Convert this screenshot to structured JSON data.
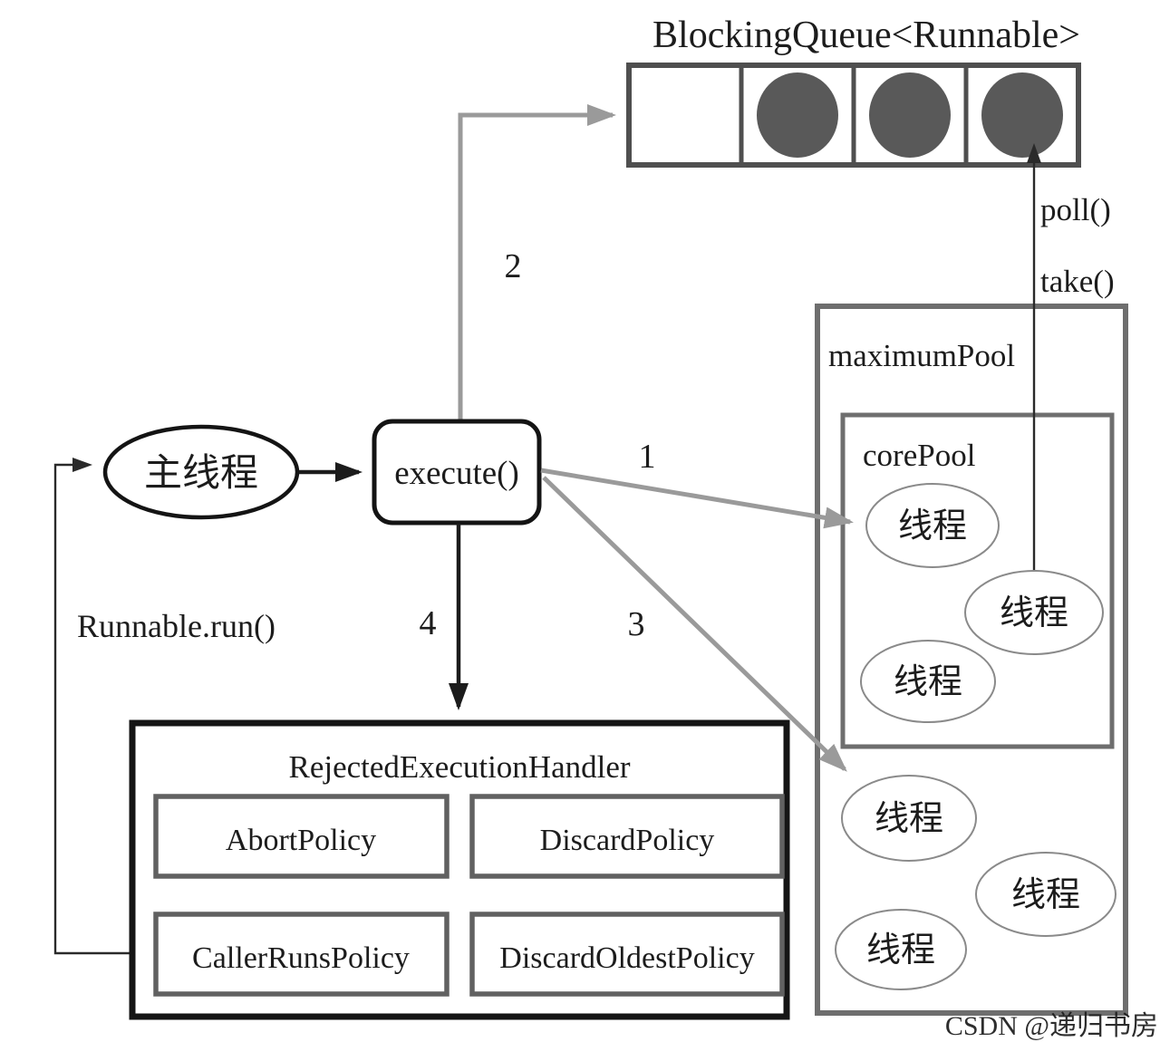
{
  "queue": {
    "title": "BlockingQueue<Runnable>",
    "cells_filled": [
      false,
      true,
      true,
      true
    ]
  },
  "labels": {
    "poll": "poll()",
    "take": "take()",
    "runnable_run": "Runnable.run()"
  },
  "nodes": {
    "main_thread": "主线程",
    "execute": "execute()"
  },
  "pools": {
    "maximum_pool": "maximumPool",
    "core_pool": "corePool",
    "core_threads": [
      "线程",
      "线程",
      "线程"
    ],
    "extra_threads": [
      "线程",
      "线程",
      "线程"
    ]
  },
  "arrows": {
    "a1": "1",
    "a2": "2",
    "a3": "3",
    "a4": "4"
  },
  "handler": {
    "title": "RejectedExecutionHandler",
    "policies": [
      "AbortPolicy",
      "DiscardPolicy",
      "CallerRunsPolicy",
      "DiscardOldestPolicy"
    ]
  },
  "watermark": "CSDN @递归书房",
  "colors": {
    "task_fill": "#595959",
    "arrow_gray": "#9a9a9a",
    "line_black": "#1c1c1c",
    "box_gray": "#6e6e6e",
    "watermark_gray": "#bcbcbc"
  }
}
